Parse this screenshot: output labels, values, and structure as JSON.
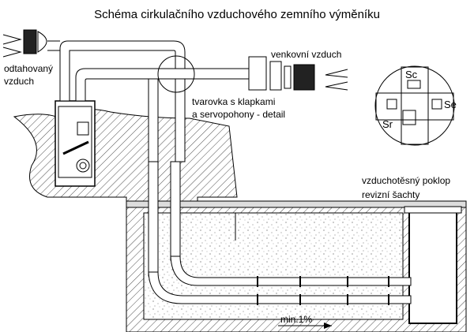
{
  "title": "Schéma cirkulačního vzduchového zemního výměníku",
  "labels": {
    "exhaust_air": [
      "odtahovaný",
      "vzduch"
    ],
    "outdoor_air": "venkovní vzduch",
    "fitting": [
      "tvarovka s klapkami",
      "a servopohony - detail"
    ],
    "shaft_cover": [
      "vzduchotěsný poklop",
      "revizní šachty"
    ],
    "slope": "min.1%"
  },
  "detail_labels": {
    "sc": "Sc",
    "se": "Se",
    "sr": "Sr"
  }
}
